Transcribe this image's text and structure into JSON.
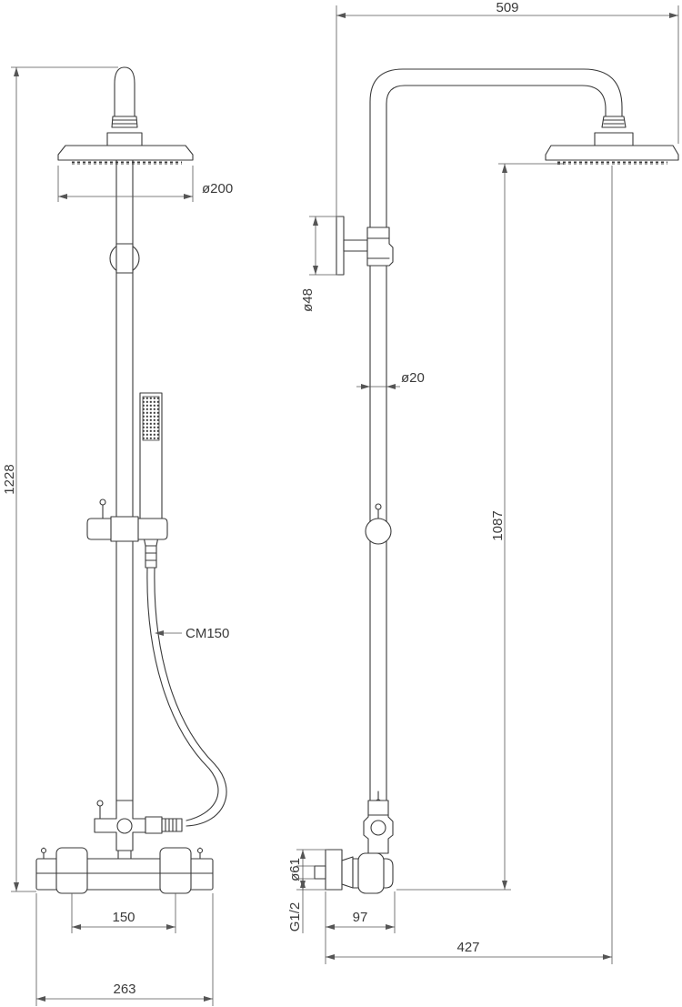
{
  "dimensions": {
    "overall_height": "1228",
    "head_diameter": "ø200",
    "hose_label": "CM150",
    "valve_centers": "150",
    "valve_width": "263",
    "arm_projection": "509",
    "bracket_diameter": "ø48",
    "tube_diameter": "ø20",
    "head_height": "1087",
    "valve_diameter": "ø61",
    "connection": "G1/2",
    "wall_offset": "97",
    "head_projection": "427"
  }
}
